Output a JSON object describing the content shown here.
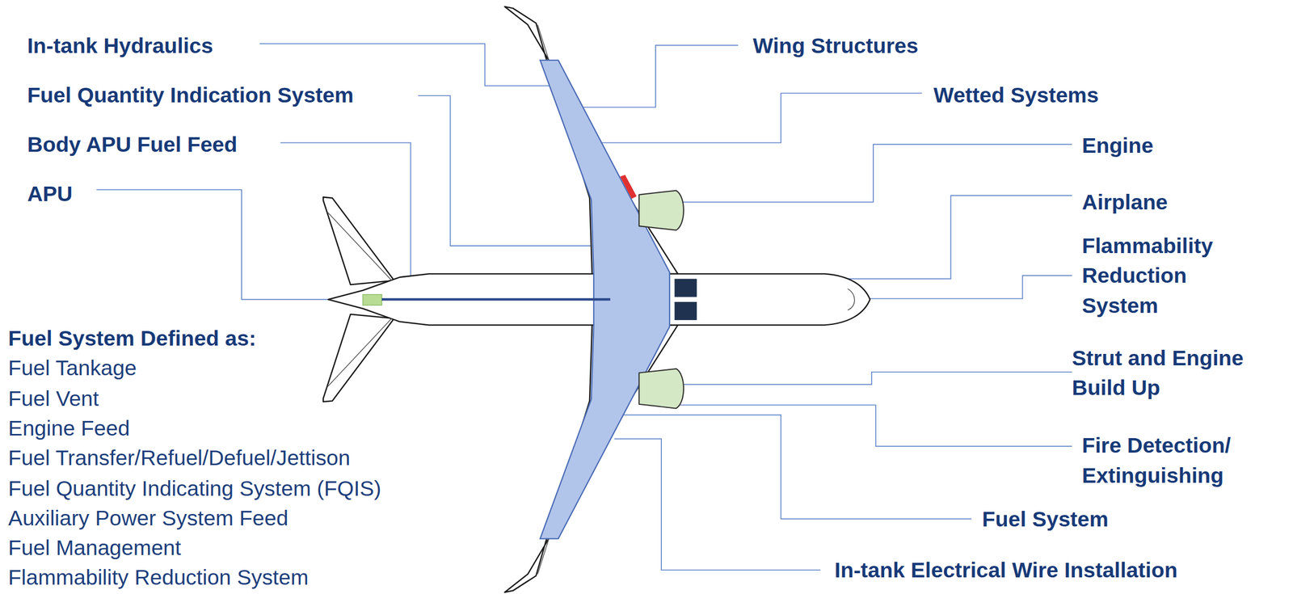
{
  "diagram": {
    "labels": [
      "In-tank Hydraulics",
      "Wing Structures",
      "Fuel Quantity Indication System",
      "Wetted Systems",
      "Body APU Fuel Feed",
      "Engine",
      "APU",
      "Airplane",
      "Flammability Reduction System",
      "Fuel System Defined as:",
      "Fuel Tankage",
      "Strut and Engine Build Up",
      "Fuel Vent",
      "Engine Feed",
      "Fire Detection/ Extinguishing",
      "Fuel Transfer/Refuel/Defuel/Jettison",
      "Fuel Quantity Indicating System (FQIS)",
      "Auxiliary Power System Feed",
      "Fuel System",
      "Fuel Management",
      "In-tank Electrical Wire Installation",
      "Flammability Reduction System"
    ]
  }
}
